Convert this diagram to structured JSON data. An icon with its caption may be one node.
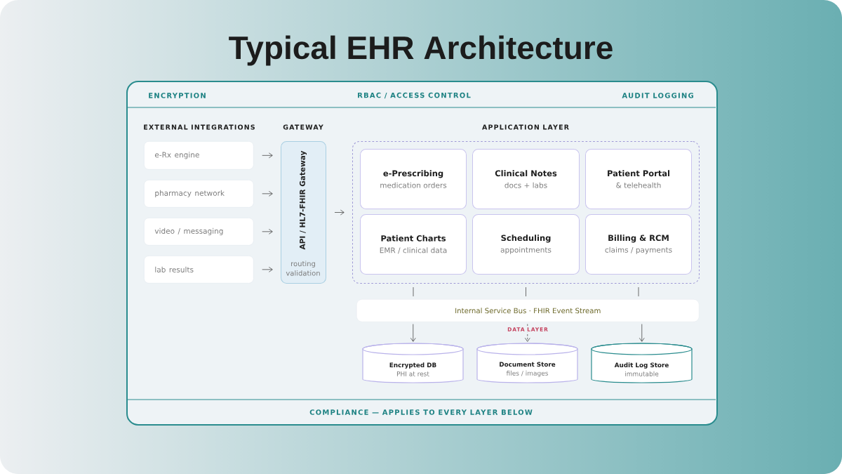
{
  "diagram": {
    "title": "Typical EHR Architecture",
    "nodes": [
      {
        "text": [
          "ENCRYPTION",
          "RBAC / ACCESS CONTROL",
          "AUDIT LOGGING",
          "COMPLIANCE — APPLIES TO EVERY LAYER BELOW"
        ]
      },
      {
        "text": [
          "e-Rx engine"
        ],
        "in": 0
      },
      {
        "text": [
          "pharmacy network"
        ],
        "in": 0
      },
      {
        "text": [
          "video / messaging"
        ],
        "in": 0
      },
      {
        "text": [
          "lab results"
        ],
        "in": 0
      },
      {
        "text": [
          "API / HL7-FHIR Gateway",
          "routing validation"
        ],
        "in": 0
      },
      {
        "text": [
          "APPLICATION LAYER"
        ],
        "in": 0
      },
      {
        "text": [
          "e-Prescribing",
          "medication orders"
        ],
        "in": 6
      },
      {
        "text": [
          "Clinical Notes",
          "docs + labs"
        ],
        "in": 6
      },
      {
        "text": [
          "Patient Portal",
          "& telehealth"
        ],
        "in": 6
      },
      {
        "text": [
          "Patient Charts",
          "EMR / clinical data"
        ],
        "in": 6
      },
      {
        "text": [
          "Scheduling",
          "appointments"
        ],
        "in": 6
      },
      {
        "text": [
          "Billing & RCM",
          "claims / payments"
        ],
        "in": 6
      },
      {
        "text": [
          "Internal Service Bus · FHIR Event Stream"
        ],
        "in": 0
      },
      {
        "text": [
          "Encrypted DB",
          "PHI at rest"
        ],
        "in": 0
      },
      {
        "text": [
          "Document Store",
          "files / images"
        ],
        "in": 0
      },
      {
        "text": [
          "Audit Log Store",
          "immutable"
        ],
        "in": 0
      }
    ],
    "edges": [
      {
        "from": 1,
        "to": 5,
        "arrow": "to"
      },
      {
        "from": 2,
        "to": 5,
        "arrow": "to"
      },
      {
        "from": 3,
        "to": 5,
        "arrow": "to"
      },
      {
        "from": 4,
        "to": 5,
        "arrow": "to"
      },
      {
        "from": 5,
        "to": 6,
        "arrow": "to"
      },
      {
        "from": 6,
        "to": 13,
        "arrow": "none"
      },
      {
        "from": 6,
        "to": 13,
        "arrow": "none"
      },
      {
        "from": 6,
        "to": 13,
        "arrow": "none"
      },
      {
        "from": 13,
        "to": 14,
        "arrow": "to"
      },
      {
        "from": 13,
        "to": 15,
        "arrow": "to",
        "style": "dashed"
      },
      {
        "from": 13,
        "to": 16,
        "arrow": "to"
      }
    ],
    "labels": [
      "EXTERNAL INTEGRATIONS",
      "GATEWAY",
      "DATA LAYER"
    ]
  }
}
